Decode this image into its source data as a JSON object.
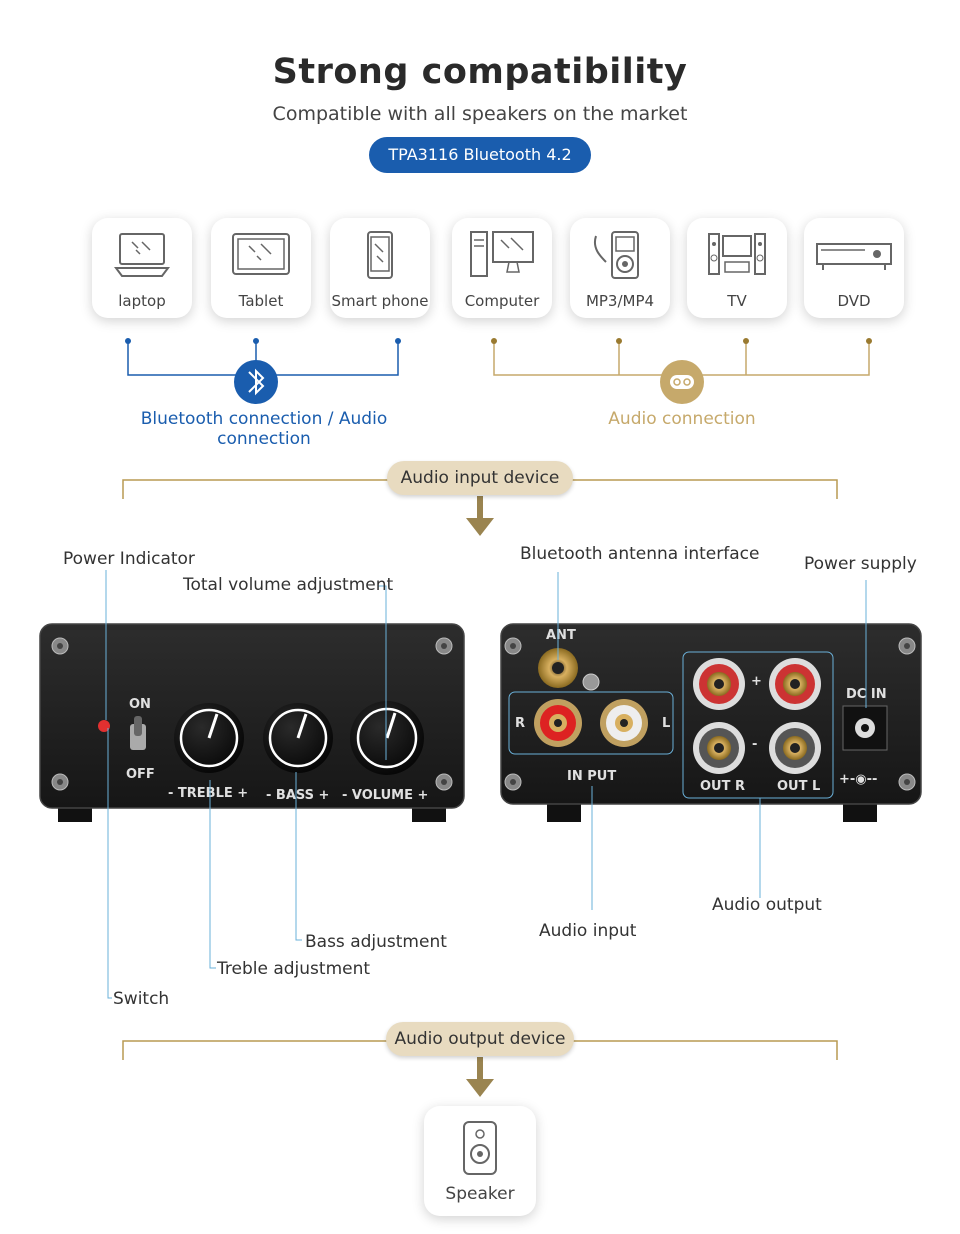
{
  "header": {
    "title": "Strong compatibility",
    "subtitle": "Compatible with all speakers on the market",
    "badge": "TPA3116 Bluetooth 4.2"
  },
  "devices": [
    {
      "label": "laptop",
      "icon": "laptop-icon"
    },
    {
      "label": "Tablet",
      "icon": "tablet-icon"
    },
    {
      "label": "Smart phone",
      "icon": "smartphone-icon"
    },
    {
      "label": "Computer",
      "icon": "computer-icon"
    },
    {
      "label": "MP3/MP4",
      "icon": "mp3-player-icon"
    },
    {
      "label": "TV",
      "icon": "tv-icon"
    },
    {
      "label": "DVD",
      "icon": "dvd-icon"
    }
  ],
  "connections": {
    "bluetooth": "Bluetooth connection / Audio connection",
    "audio": "Audio connection"
  },
  "sections": {
    "input_device": "Audio input device",
    "output_device": "Audio output device"
  },
  "front_panel": {
    "callouts": {
      "power_indicator": "Power Indicator",
      "total_volume": "Total volume adjustment",
      "bass": "Bass adjustment",
      "treble": "Treble adjustment",
      "switch": "Switch"
    },
    "labels": {
      "on": "ON",
      "off": "OFF",
      "treble": "- TREBLE +",
      "bass": "- BASS +",
      "volume": "- VOLUME +"
    }
  },
  "back_panel": {
    "callouts": {
      "antenna": "Bluetooth antenna interface",
      "power_supply": "Power supply",
      "audio_input": "Audio input",
      "audio_output": "Audio output"
    },
    "labels": {
      "ant": "ANT",
      "r": "R",
      "l": "L",
      "input": "IN PUT",
      "plus": "+",
      "minus": "-",
      "out_r": "OUT R",
      "out_l": "OUT L",
      "dc_in": "DC IN",
      "polarity": "+-◉--"
    }
  },
  "output": {
    "label": "Speaker",
    "icon": "speaker-icon"
  },
  "colors": {
    "blue": "#1a5dae",
    "gold": "#c6a96b",
    "line_blue": "#6ab0d8"
  }
}
